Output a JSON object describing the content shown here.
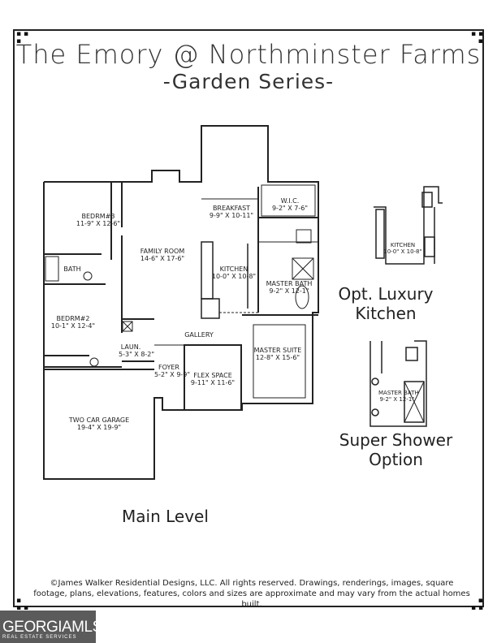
{
  "header": {
    "title": "The Emory @ Northminster Farms",
    "subtitle": "-Garden Series-"
  },
  "rooms": {
    "breakfast": {
      "name": "BREAKFAST",
      "dims": "9-9\" X 10-11\""
    },
    "wic": {
      "name": "W.I.C.",
      "dims": "9-2\" X 7-6\""
    },
    "bedroom3": {
      "name": "BEDRM#3",
      "dims": "11-9\" X 12-6\""
    },
    "family_room": {
      "name": "FAMILY ROOM",
      "dims": "14-6\" X 17-6\""
    },
    "bath": {
      "name": "BATH"
    },
    "kitchen": {
      "name": "KITCHEN",
      "dims": "10-0\" X 10-8\""
    },
    "master_bath": {
      "name": "MASTER BATH",
      "dims": "9-2\" X 12-1\""
    },
    "bedroom2": {
      "name": "BEDRM#2",
      "dims": "10-1\" X 12-4\""
    },
    "gallery": {
      "name": "GALLERY"
    },
    "laundry": {
      "name": "LAUN.",
      "dims": "5-3\" X 8-2\""
    },
    "master_suite": {
      "name": "MASTER SUITE",
      "dims": "12-8\" X 15-6\""
    },
    "foyer": {
      "name": "FOYER",
      "dims": "5-2\" X 9-9\""
    },
    "flex_space": {
      "name": "FLEX SPACE",
      "dims": "9-11\" X 11-6\""
    },
    "garage": {
      "name": "TWO CAR GARAGE",
      "dims": "19-4\" X 19-9\""
    }
  },
  "options": {
    "luxury_kitchen": {
      "room": "KITCHEN",
      "dims": "10-0\" X 10-8\"",
      "label_line1": "Opt. Luxury",
      "label_line2": "Kitchen"
    },
    "super_shower": {
      "room": "MASTER BATH",
      "dims": "9-2\" X 12-1\"",
      "label_line1": "Super Shower",
      "label_line2": "Option"
    }
  },
  "level_label": "Main Level",
  "copyright": "©James Walker Residential Designs, LLC. All rights reserved. Drawings, renderings, images, square footage, plans, elevations, features, colors and sizes are approximate and may vary from the actual homes built.",
  "logo": {
    "main": "GEORGIAMLS",
    "sub": "REAL ESTATE SERVICES"
  }
}
